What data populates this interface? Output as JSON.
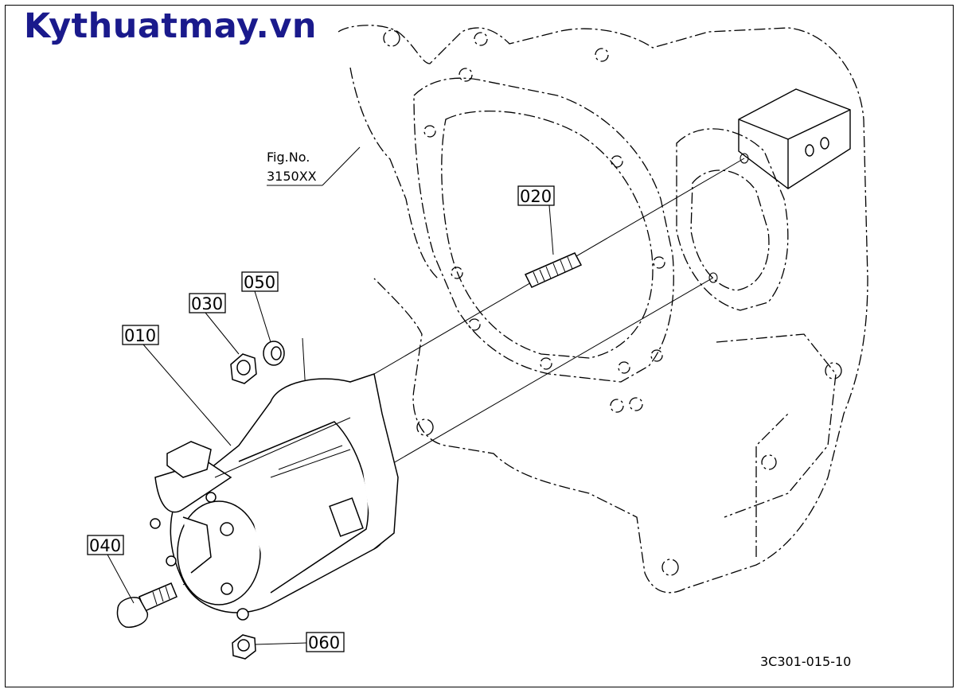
{
  "watermark": "Kythuatmay.vn",
  "figure_ref": {
    "line1": "Fig.No.",
    "line2": "3150XX"
  },
  "drawing_id": "3C301-015-10",
  "callouts": [
    {
      "id": "010",
      "label": "010"
    },
    {
      "id": "020",
      "label": "020"
    },
    {
      "id": "030",
      "label": "030"
    },
    {
      "id": "040",
      "label": "040"
    },
    {
      "id": "050",
      "label": "050"
    },
    {
      "id": "060",
      "label": "060"
    }
  ],
  "colors": {
    "watermark": "#1a1a8c",
    "line": "#000000",
    "background": "#ffffff"
  }
}
